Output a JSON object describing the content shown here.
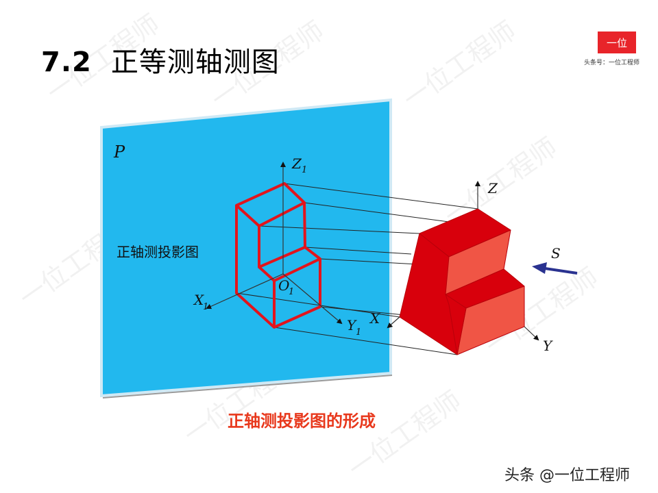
{
  "slide": {
    "title_number": "7.2",
    "title_text": "正等测轴测图",
    "logo_text": "一位",
    "logo_subtitle": "头条号：一位工程师",
    "watermark_text": "一位工程师",
    "footer_text": "头条 @一位工程师"
  },
  "diagram": {
    "plane_label": "P",
    "plane_caption": "正轴测投影图",
    "projection_axes": {
      "z": "Z",
      "z_sub": "1",
      "x": "X",
      "x_sub": "1",
      "y": "Y",
      "y_sub": "1",
      "origin": "O",
      "origin_sub": "1"
    },
    "object_axes": {
      "z": "Z",
      "x": "X",
      "y": "Y"
    },
    "direction_label": "S",
    "caption": "正轴测投影图的形成",
    "colors": {
      "plane": "#22b8ee",
      "plane_edge": "#cfe9f5",
      "outline": "#e3141c",
      "solid_dark": "#d8000c",
      "solid_light": "#f05545",
      "arrow": "#2a3290",
      "caption": "#e8381c",
      "logo": "#e8242a"
    }
  }
}
